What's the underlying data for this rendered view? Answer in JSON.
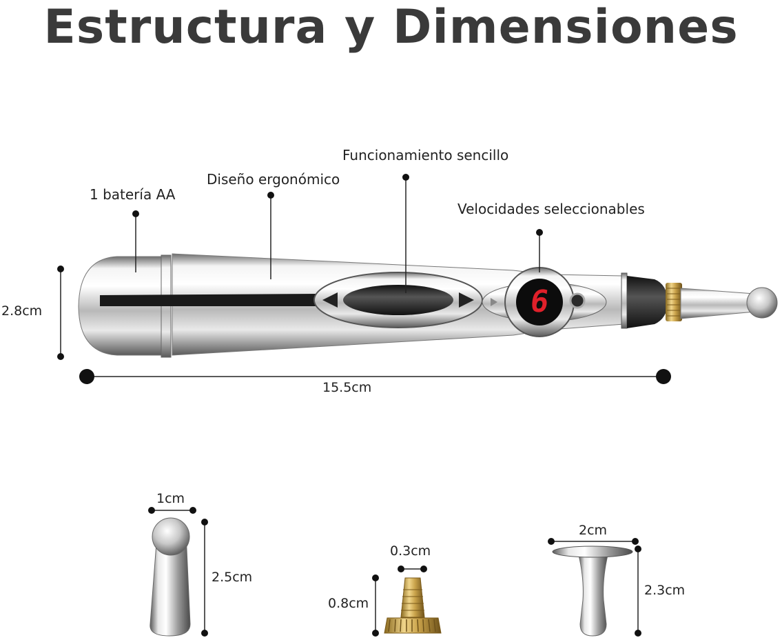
{
  "title": "Estructura y Dimensiones",
  "features": {
    "battery": "1 batería AA",
    "ergonomic": "Diseño ergonómico",
    "operation": "Funcionamiento sencillo",
    "speeds": "Velocidades seleccionables"
  },
  "display_digit": "6",
  "dimensions": {
    "pen_height": "2.8cm",
    "pen_length": "15.5cm",
    "ball_tip_width": "1cm",
    "ball_tip_height": "2.5cm",
    "needle_tip_width": "0.3cm",
    "needle_tip_height": "0.8cm",
    "flat_tip_width": "2cm",
    "flat_tip_height": "2.3cm"
  },
  "colors": {
    "display_red": "#e0202a",
    "brass": "#c9a24a"
  }
}
